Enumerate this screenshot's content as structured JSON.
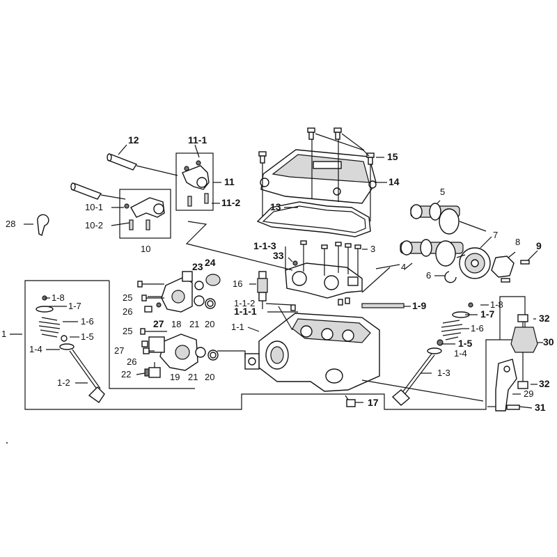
{
  "labels": {
    "l12": "12",
    "l11_1": "11-1",
    "l11": "11",
    "l11_2": "11-2",
    "l10_1": "10-1",
    "l10_2": "10-2",
    "l10": "10",
    "l28": "28",
    "l15": "15",
    "l14": "14",
    "l13": "13",
    "l5": "5",
    "l7": "7",
    "l8": "8",
    "l9": "9",
    "l4": "4",
    "l6": "6",
    "l1_1_3": "1-1-3",
    "l33": "33",
    "l3": "3",
    "l1_1_2": "1-1-2",
    "l1_1_1": "1-1-1",
    "l1_1": "1-1",
    "l16": "16",
    "l23": "23",
    "l24": "24",
    "l25a": "25",
    "l26a": "26",
    "l27a": "27",
    "l18": "18",
    "l21a": "21",
    "l20a": "20",
    "l25b": "25",
    "l27b": "27",
    "l26b": "26",
    "l22": "22",
    "l19": "19",
    "l21b": "21",
    "l20b": "20",
    "l1": "1",
    "l1_8a": "1-8",
    "l1_7a": "1-7",
    "l1_6a": "1-6",
    "l1_5a": "1-5",
    "l1_4a": "1-4",
    "l1_2": "1-2",
    "l1_9": "1-9",
    "l1_8b": "1-8",
    "l1_7b": "1-7",
    "l1_6b": "1-6",
    "l1_5b": "1-5",
    "l1_4b": "1-4",
    "l1_3": "1-3",
    "l17": "17",
    "l32a": "32",
    "l30": "30",
    "l32b": "32",
    "l29": "29",
    "l31": "31"
  }
}
